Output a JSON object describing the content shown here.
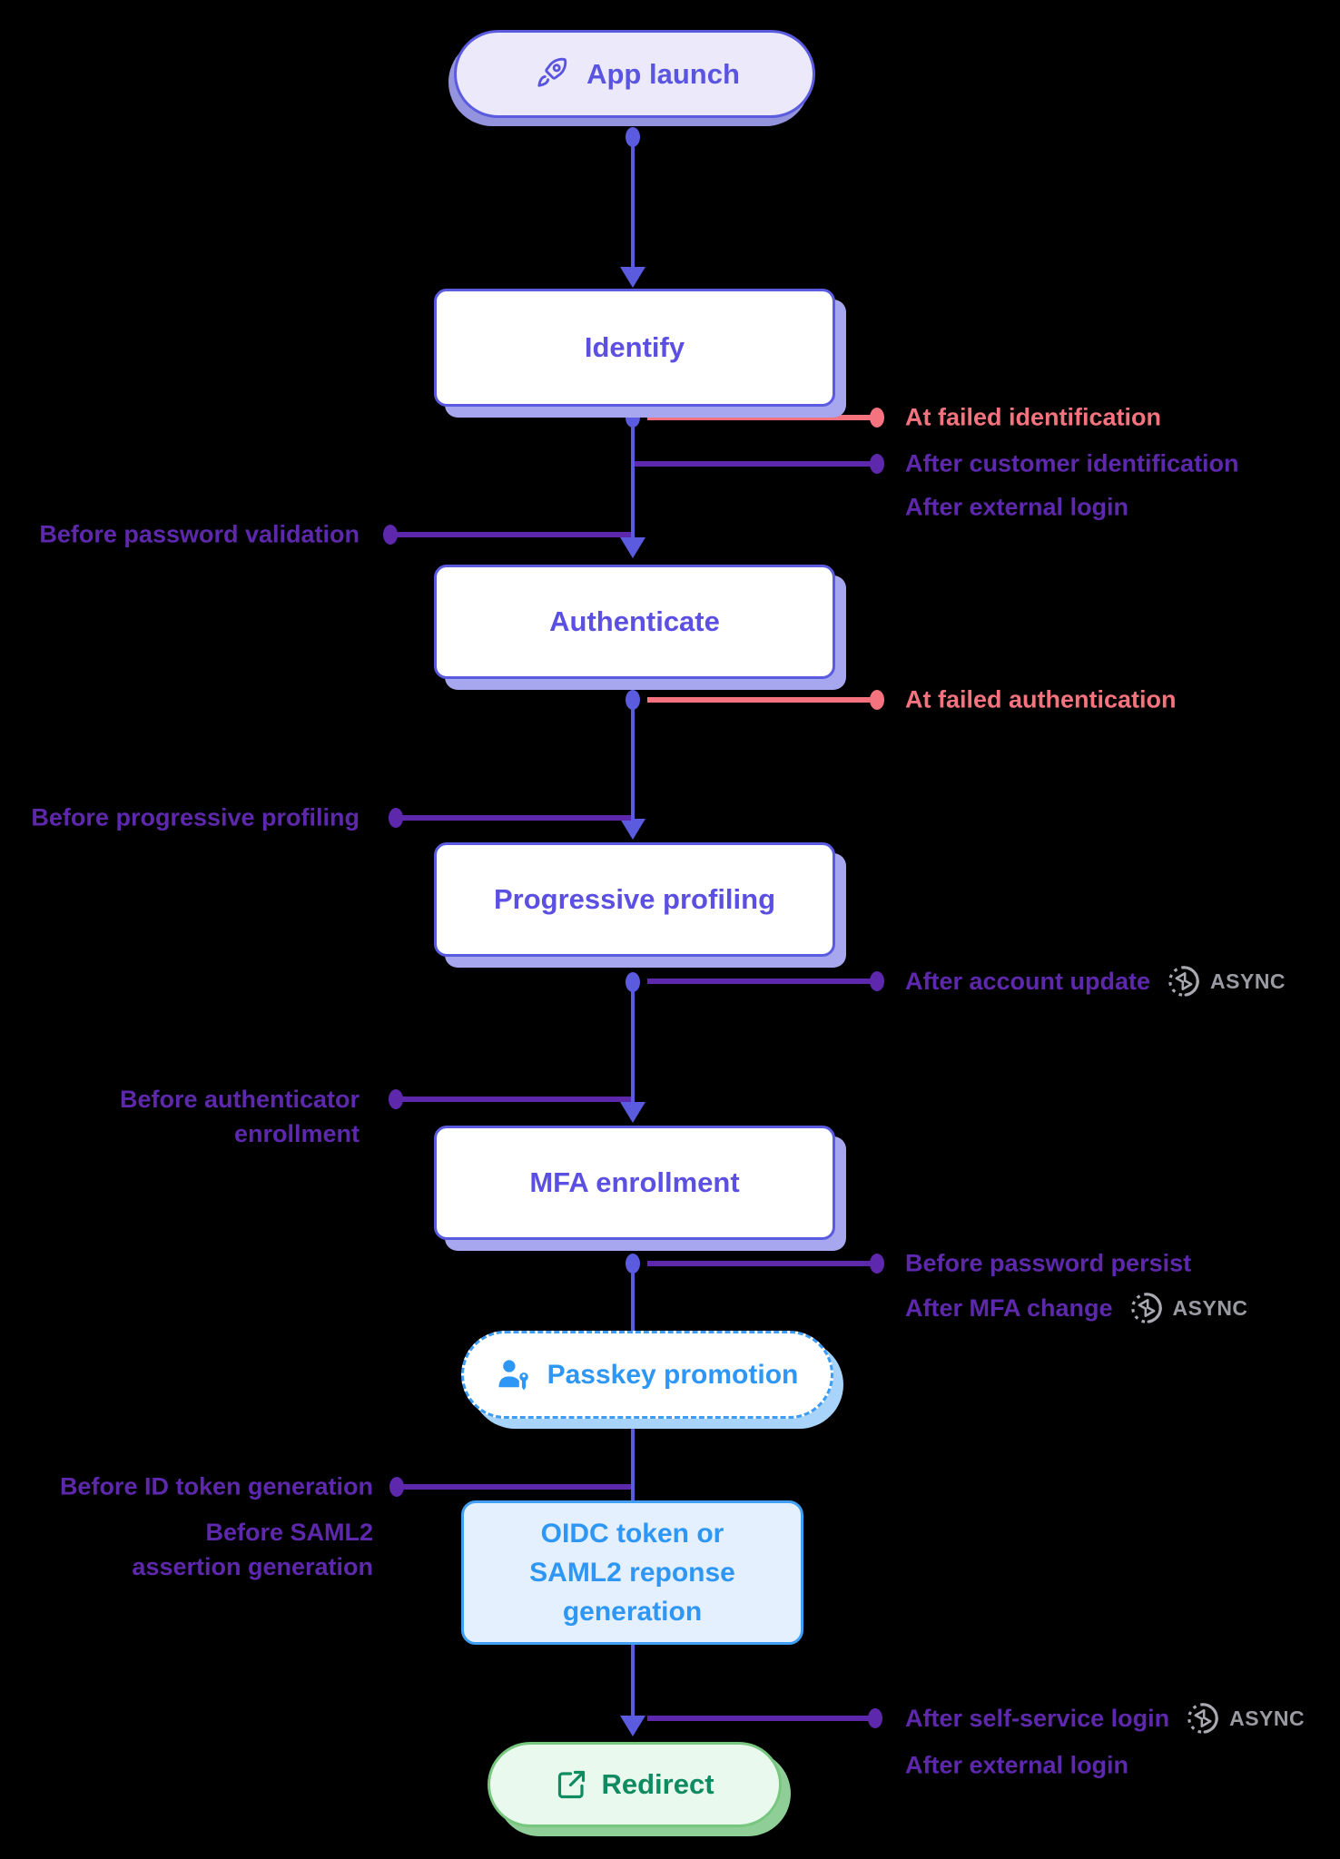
{
  "nodes": {
    "app_launch": {
      "label": "App launch"
    },
    "identify": {
      "label": "Identify"
    },
    "authenticate": {
      "label": "Authenticate"
    },
    "progressive_profiling": {
      "label": "Progressive profiling"
    },
    "mfa_enrollment": {
      "label": "MFA enrollment"
    },
    "passkey_promotion": {
      "label": "Passkey promotion"
    },
    "token_generation": {
      "label": "OIDC token or SAML2 reponse generation"
    },
    "redirect": {
      "label": "Redirect"
    }
  },
  "annotations": {
    "at_failed_identification": "At failed identification",
    "after_customer_identification": "After customer identification",
    "after_external_login_top": "After external login",
    "before_password_validation": "Before password validation",
    "at_failed_authentication": "At failed authentication",
    "before_progressive_profiling": "Before progressive profiling",
    "after_account_update": "After account update",
    "before_authenticator_enrollment": "Before authenticator enrollment",
    "before_password_persist": "Before password persist",
    "after_mfa_change": "After MFA change",
    "before_id_token_generation": "Before ID token generation",
    "before_saml2_assertion_generation": "Before SAML2 assertion generation",
    "after_self_service_login": "After self-service login",
    "after_external_login_bottom": "After external login"
  },
  "badges": {
    "async": "ASYNC"
  },
  "icons": {
    "app_launch": "rocket-icon",
    "passkey_promotion": "person-key-icon",
    "redirect": "external-link-icon",
    "async": "async-hourglass-icon"
  },
  "colors": {
    "background": "#000000",
    "flow_line": "#5b5be0",
    "box_shadow": "#a6a7ee",
    "box_text": "#5b50e1",
    "annotation_purple": "#5e28ad",
    "annotation_red": "#f4737e",
    "blue_text": "#2e96f5",
    "blue_border": "#41a0f6",
    "blue_shadow": "#a8d4fb",
    "green_text": "#0f8b62",
    "green_border": "#77c77f",
    "green_fill": "#eaf9ee",
    "async_gray": "#9a9aa3"
  }
}
